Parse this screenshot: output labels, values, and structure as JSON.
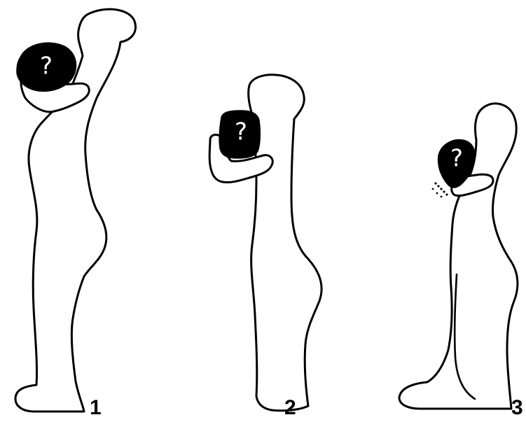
{
  "figures": [
    {
      "number": "1",
      "object_mark": "?"
    },
    {
      "number": "2",
      "object_mark": "?"
    },
    {
      "number": "3",
      "object_mark": "?"
    }
  ],
  "colors": {
    "line": "#000000",
    "object_fill": "#000000",
    "background": "#ffffff"
  }
}
